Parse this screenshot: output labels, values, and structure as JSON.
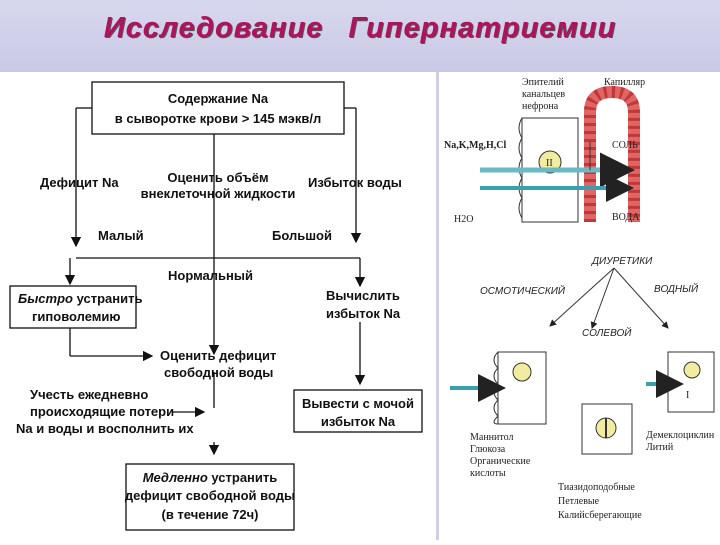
{
  "title": "Исследование   Гипернатриемии",
  "flowchart": {
    "top_box": [
      "Содержание Na",
      "в сыворотке крови > 145 мэкв/л"
    ],
    "deficit_na": "Дефицит Na",
    "assess": [
      "Оценить объём",
      "внеклеточной жидкости"
    ],
    "excess_water": "Избыток воды",
    "small": "Малый",
    "large": "Большой",
    "normal": "Нормальный",
    "fast_box": {
      "italic": "Быстро",
      "rest": " устранить",
      "line2": "гиповолемию"
    },
    "calc_excess": [
      "Вычислить",
      "избыток Na"
    ],
    "estimate_deficit": [
      "Оценить дефицит",
      "свободной воды"
    ],
    "daily_losses": [
      "Учесть ежедневно",
      "происходящие потери",
      "Na и воды и восполнить их"
    ],
    "urine_box": [
      "Вывести с  мочой",
      "избыток Na"
    ],
    "slow_box": {
      "italic": "Медленно",
      "rest": " устранить",
      "line2": "дефицит свободной воды",
      "line3": "(в течение 72ч)"
    }
  },
  "figure": {
    "epithelium": [
      "Эпителий",
      "канальцев",
      "нефрона"
    ],
    "capillary": "Капилляр",
    "ions": "Na,K,Mg,H,Cl",
    "h2o": "H2O",
    "salt": "СОЛЬ",
    "water": "ВОДА",
    "cell_mark": "II",
    "diuretics": "ДИУРЕТИКИ",
    "osmotic": "ОСМОТИЧЕСКИЙ",
    "aqueous": "ВОДНЫЙ",
    "saline": "СОЛЕВОЙ",
    "osmotic_drugs": [
      "Маннитол",
      "Глюкоза",
      "Органические",
      "кислоты"
    ],
    "aqueous_drugs": [
      "Демеклоциклин",
      "Литий"
    ],
    "saline_drugs": [
      "Тиазидоподобные",
      "Петлевые",
      "Калийсберегающие"
    ],
    "aqueous_mark": "I"
  }
}
